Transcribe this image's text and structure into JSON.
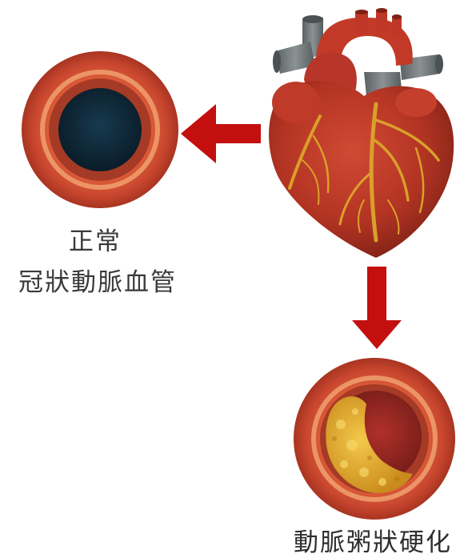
{
  "labels": {
    "normal_line1": "正常",
    "normal_line2": "冠狀動脈血管",
    "atherosclerosis": "動脈粥狀硬化"
  },
  "colors": {
    "arrow": "#c40f0f",
    "vessel_wall": "#c8462e",
    "vessel_inner_ring": "#e88a55",
    "normal_lumen": "#0f2a3a",
    "plaque": "#e0a825",
    "heart_muscle": "#b63524",
    "coronary_vessels": "#d9a02a",
    "aorta_veins": "#6f7779",
    "text": "#3a3a3a"
  },
  "icons": {
    "heart": "heart-illustration",
    "normal_vessel": "normal-artery-cross-section",
    "diseased_vessel": "atherosclerotic-artery-cross-section",
    "arrow_left": "arrow-left-icon",
    "arrow_down": "arrow-down-icon"
  }
}
